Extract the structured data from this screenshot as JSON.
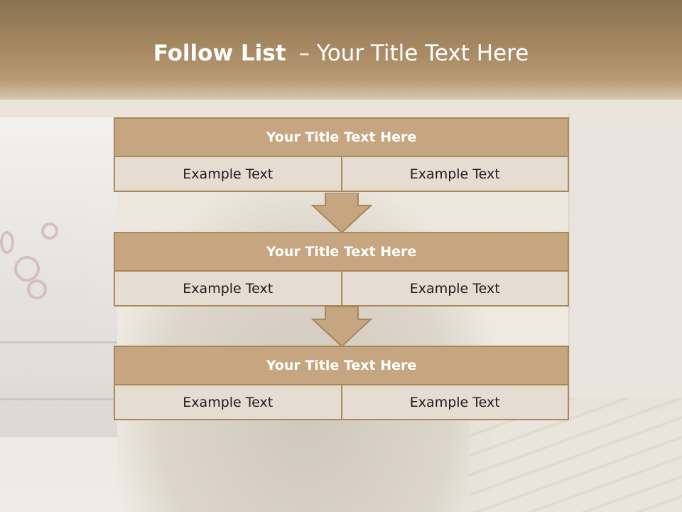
{
  "slide": {
    "title_bold": "Follow List",
    "title_rest": "– Your Title Text Here"
  },
  "blocks": [
    {
      "title": "Your Title Text Here",
      "left": "Example Text",
      "right": "Example Text"
    },
    {
      "title": "Your Title Text Here",
      "left": "Example Text",
      "right": "Example Text"
    },
    {
      "title": "Your Title Text Here",
      "left": "Example Text",
      "right": "Example Text"
    }
  ],
  "colors": {
    "header_bar": "#a2845e",
    "block_title_fill": "#c6a681",
    "block_cell_fill": "#e6ddd2",
    "border": "#a88758",
    "arrow_fill": "#c6a681"
  }
}
